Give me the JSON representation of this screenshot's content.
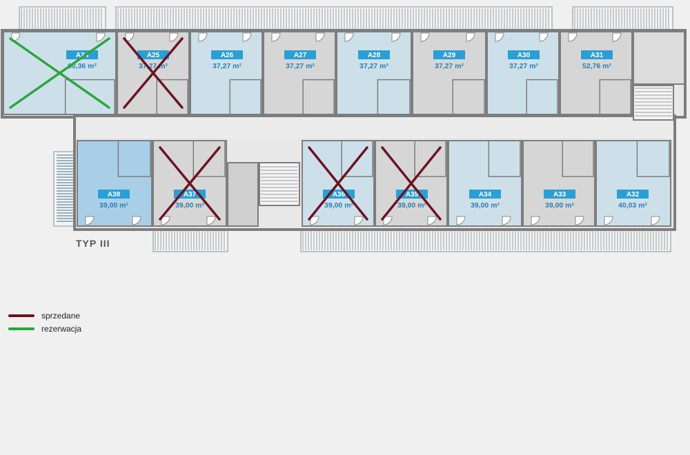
{
  "floor_label": "TYP III",
  "units": [
    {
      "id": "A24",
      "code": "A24",
      "area": "60,36 m²",
      "status": "rezerwacja"
    },
    {
      "id": "A25",
      "code": "A25",
      "area": "37,27 m²",
      "status": "sprzedane"
    },
    {
      "id": "A26",
      "code": "A26",
      "area": "37,27 m²",
      "status": "wolne"
    },
    {
      "id": "A27",
      "code": "A27",
      "area": "37,27 m²",
      "status": "wolne"
    },
    {
      "id": "A28",
      "code": "A28",
      "area": "37,27 m²",
      "status": "wolne"
    },
    {
      "id": "A29",
      "code": "A29",
      "area": "37,27 m²",
      "status": "wolne"
    },
    {
      "id": "A30",
      "code": "A30",
      "area": "37,27 m²",
      "status": "wolne"
    },
    {
      "id": "A31",
      "code": "A31",
      "area": "52,76 m²",
      "status": "wolne"
    },
    {
      "id": "A38",
      "code": "A38",
      "area": "39,00 m²",
      "status": "wolne"
    },
    {
      "id": "A37",
      "code": "A37",
      "area": "39,00 m²",
      "status": "sprzedane"
    },
    {
      "id": "A36",
      "code": "A36",
      "area": "39,00 m²",
      "status": "sprzedane"
    },
    {
      "id": "A35",
      "code": "A35",
      "area": "39,00 m²",
      "status": "sprzedane"
    },
    {
      "id": "A34",
      "code": "A34",
      "area": "39,00 m²",
      "status": "wolne"
    },
    {
      "id": "A33",
      "code": "A33",
      "area": "39,00 m²",
      "status": "wolne"
    },
    {
      "id": "A32",
      "code": "A32",
      "area": "40,03 m²",
      "status": "wolne"
    }
  ],
  "legend": [
    {
      "key": "sprzedane",
      "label": "sprzedane",
      "color": "#6b1424"
    },
    {
      "key": "rezerwacja",
      "label": "rezerwacja",
      "color": "#2aa63a"
    }
  ],
  "colors": {
    "wall": "#7d7d7d",
    "room_blue": "#cde0ea",
    "room_blue_dark": "#a9cfe8",
    "room_gray": "#d6d6d6",
    "label_box": "#2a9fd6",
    "area_text": "#2a7fb3",
    "balcony": "#9aa0a3"
  }
}
